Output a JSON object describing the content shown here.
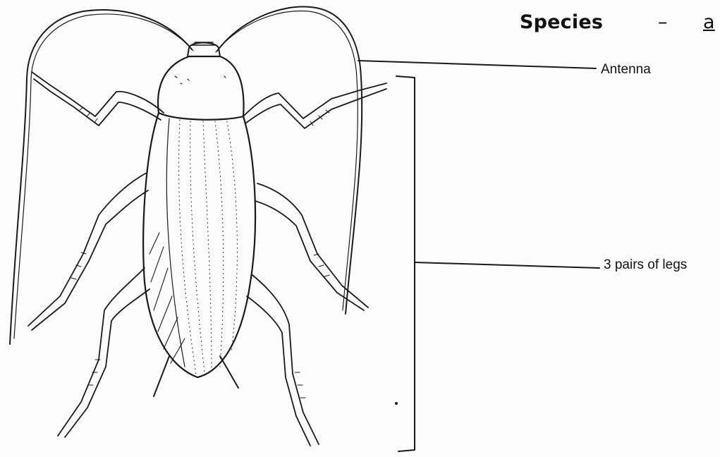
{
  "header": {
    "species_word": "Species",
    "dash": "–",
    "cut_word": "a"
  },
  "labels": {
    "antenna": "Antenna",
    "legs": "3 pairs of legs"
  },
  "colors": {
    "ink": "#1a1a1a",
    "paper": "#fdfdfd"
  }
}
